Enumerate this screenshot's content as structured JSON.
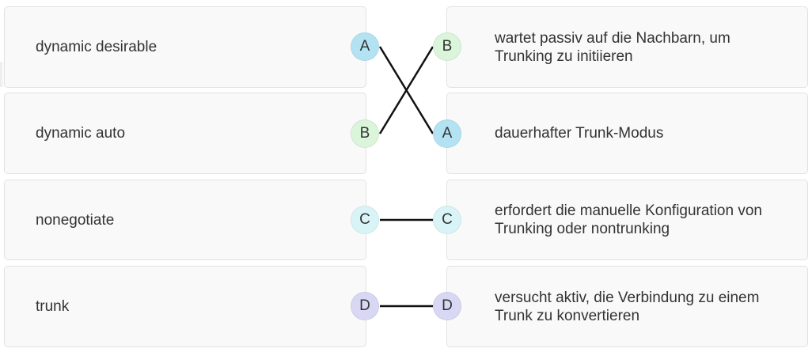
{
  "colors": {
    "A": "#b3e3f3",
    "B": "#daf5da",
    "C": "#d9f4f7",
    "D": "#d8d8f5",
    "line": "#111111"
  },
  "left_items": [
    {
      "text": "dynamic desirable",
      "letter": "A"
    },
    {
      "text": "dynamic auto",
      "letter": "B"
    },
    {
      "text": "nonegotiate",
      "letter": "C"
    },
    {
      "text": "trunk",
      "letter": "D"
    }
  ],
  "right_items": [
    {
      "text": "wartet passiv auf die Nachbarn, um Trunking zu initiieren",
      "letter": "B"
    },
    {
      "text": "dauerhafter Trunk-Modus",
      "letter": "A"
    },
    {
      "text": "erfordert die manuelle Konfiguration von Trunking oder nontrunking",
      "letter": "C"
    },
    {
      "text": "versucht aktiv, die Verbindung zu einem Trunk zu konvertieren",
      "letter": "D"
    }
  ]
}
